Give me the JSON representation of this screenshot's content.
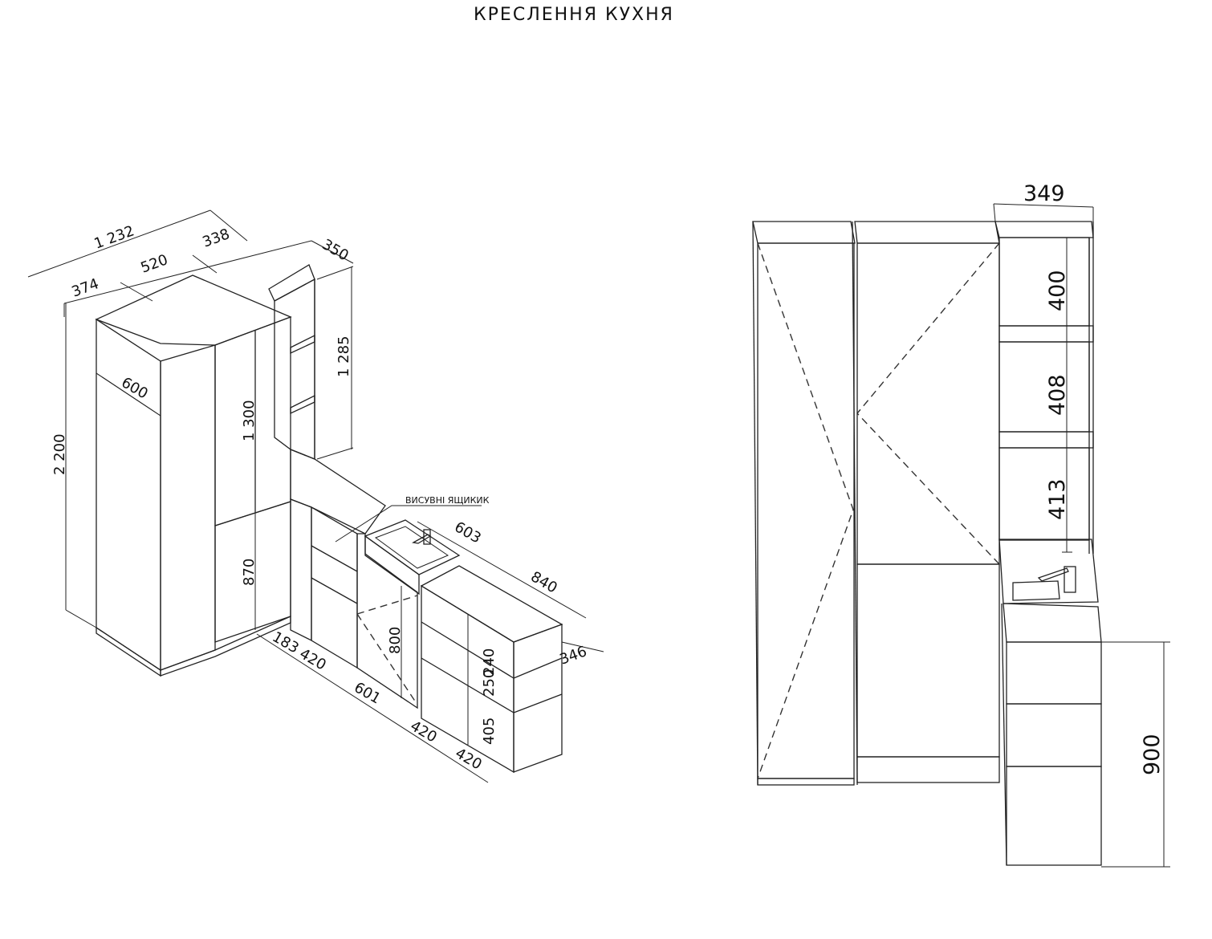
{
  "title": "КРЕСЛЕННЯ КУХНЯ",
  "annotation": "ВИСУВНІ ЯЩИКИК",
  "colors": {
    "panel": "#9a9a9a",
    "panel_side": "#8e8e8e",
    "panel_dark": "#7f7f7f",
    "top": "#cfcfcf",
    "light": "#e6e6e6",
    "line": "#222222"
  },
  "iso_view": {
    "dimensions": {
      "total_width": "1 232",
      "seg_374": "374",
      "seg_520": "520",
      "seg_338": "338",
      "shelf_depth": "350",
      "shelf_height": "1 285",
      "tall_height": "2 200",
      "tall_depth": "600",
      "upper_height": "1 300",
      "niche_height": "870",
      "sink_width": "603",
      "counter_len": "840",
      "counter_depth": "346",
      "base_height": "800",
      "drawer_240": "240",
      "drawer_250": "250",
      "drawer_405": "405",
      "base_183": "183",
      "base_420a": "420",
      "base_601": "601",
      "base_420b": "420",
      "base_420c": "420"
    }
  },
  "front_view": {
    "dimensions": {
      "shelf_width": "349",
      "shelf_1": "400",
      "shelf_2": "408",
      "shelf_3": "413",
      "base_height": "900"
    }
  }
}
